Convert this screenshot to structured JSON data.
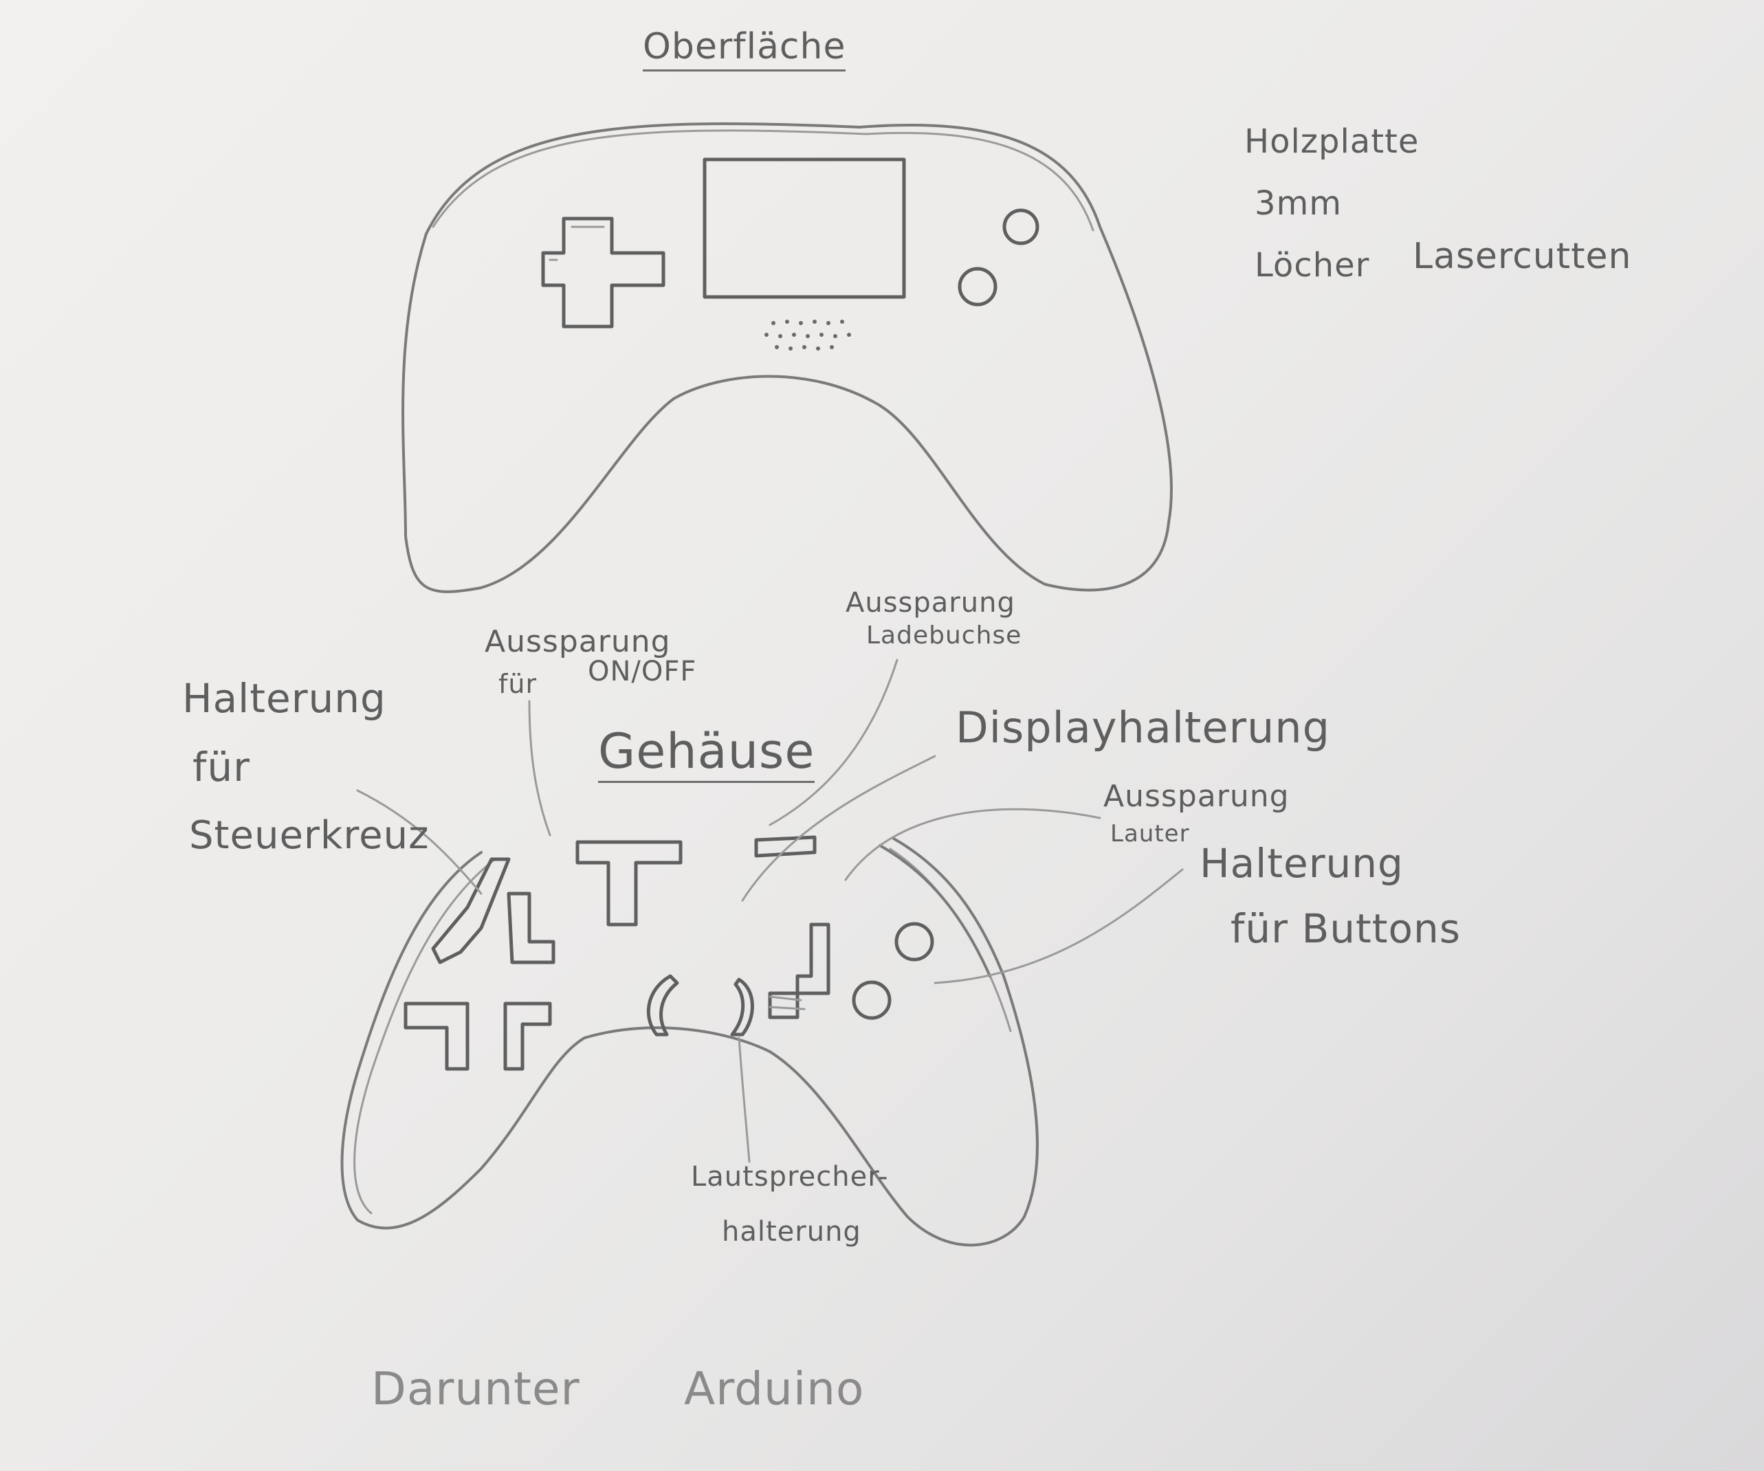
{
  "top_view": {
    "title": "Oberfläche",
    "material_notes": [
      "Holzplatte",
      "3mm",
      "Löcher",
      "Lasercutten"
    ]
  },
  "housing_view": {
    "title": "Gehäuse",
    "labels": {
      "steering_mount": [
        "Halterung",
        "für",
        "Steuerkreuz"
      ],
      "onoff_cutout": [
        "Aussparung",
        "für",
        "ON/OFF"
      ],
      "charging_cutout": [
        "Aussparung",
        "Ladebuchse"
      ],
      "display_mount": "Displayhalterung",
      "speaker_cutout": [
        "Aussparung",
        "Lauter"
      ],
      "button_mount": [
        "Halterung",
        "für Buttons"
      ],
      "speaker_mount": [
        "Lautsprecher-",
        "halterung"
      ]
    }
  },
  "bottom_notes": [
    "Darunter",
    "Arduino"
  ]
}
